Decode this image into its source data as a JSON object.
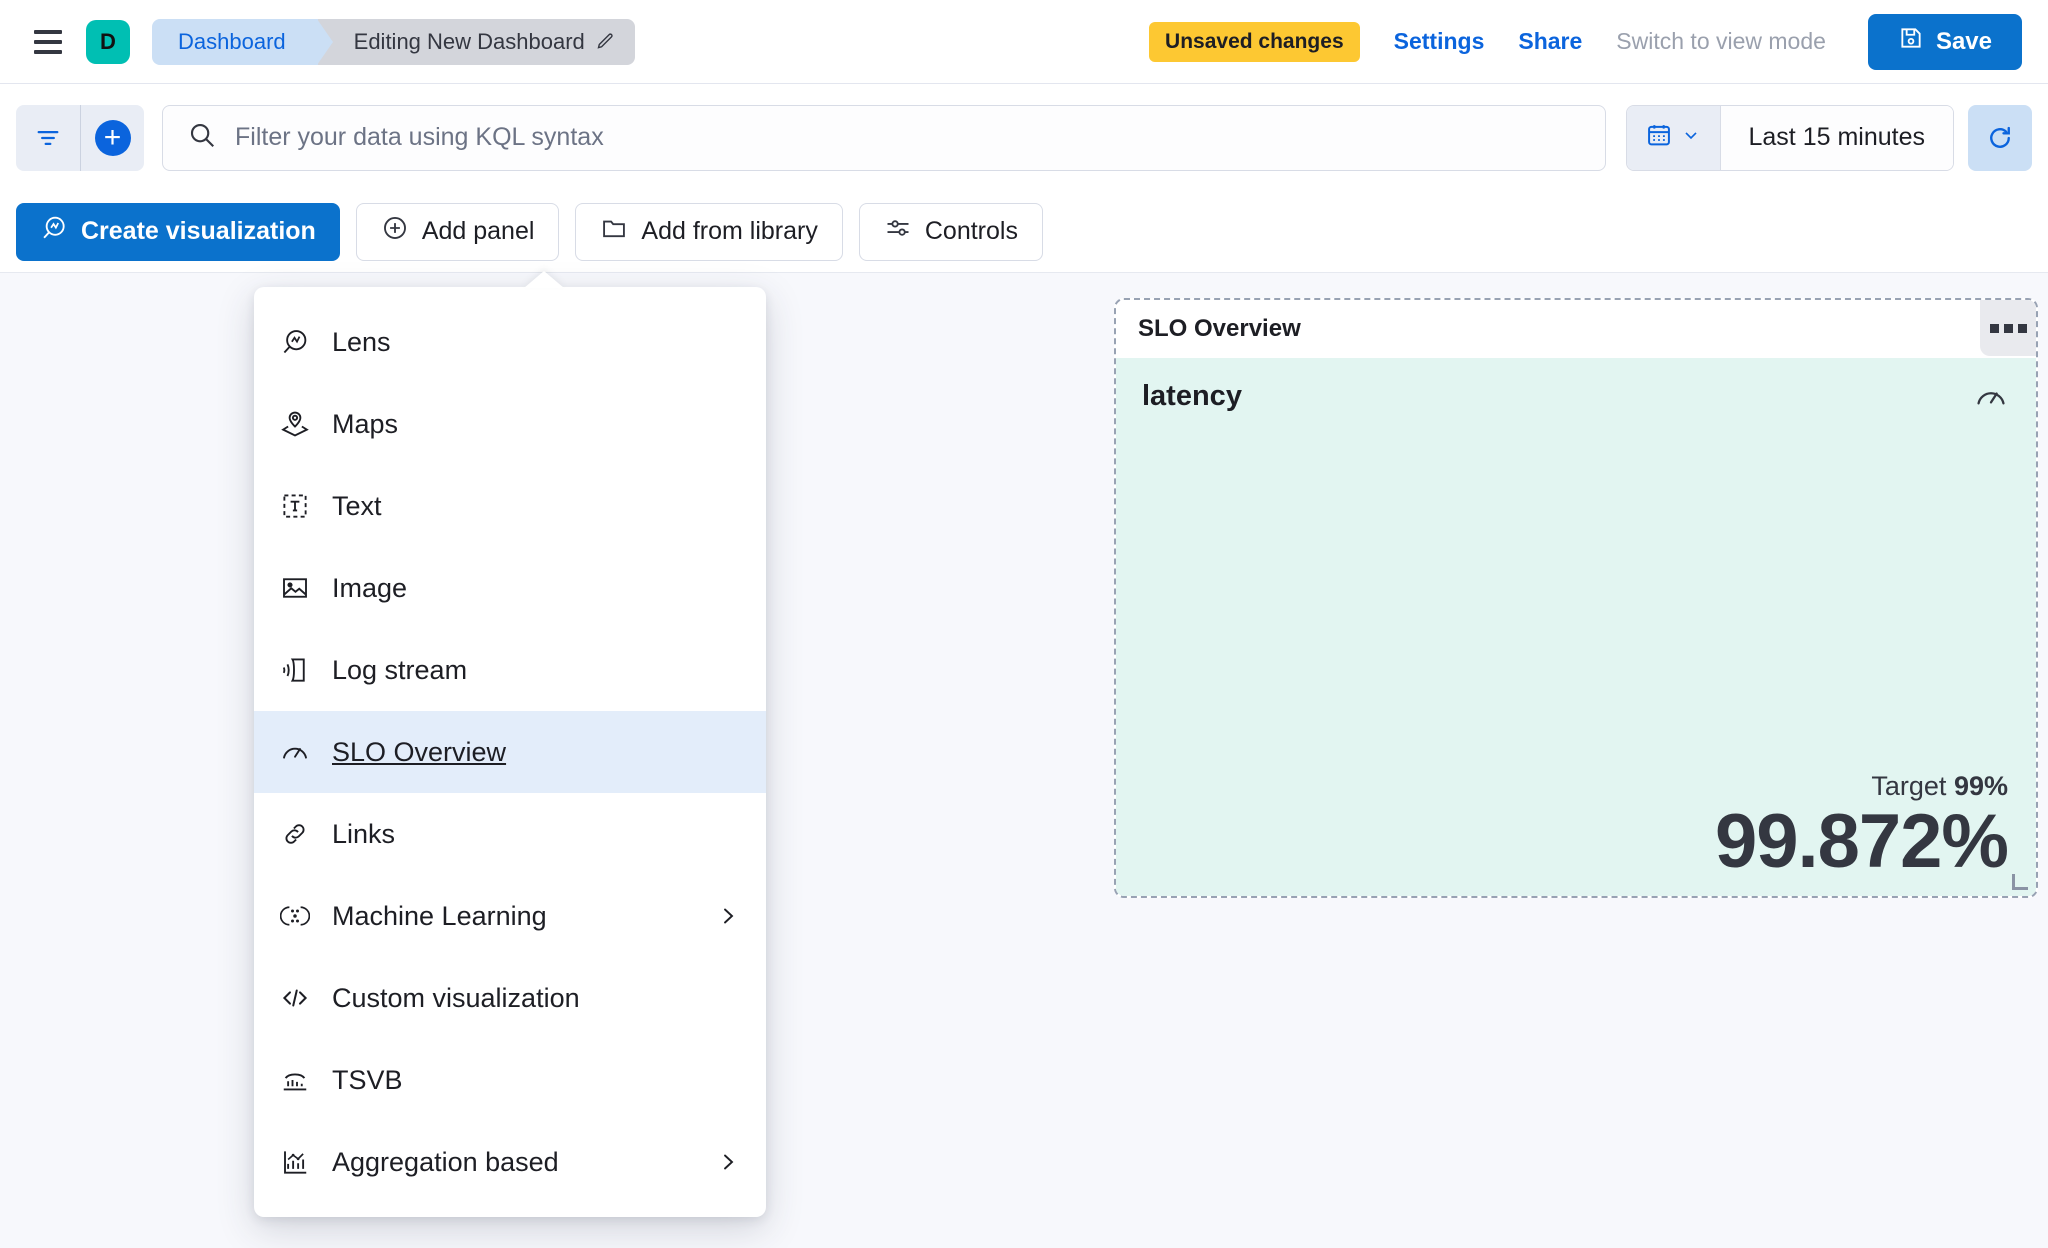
{
  "header": {
    "menu_icon": "hamburger-icon",
    "avatar_letter": "D",
    "breadcrumb_home": "Dashboard",
    "breadcrumb_current": "Editing New Dashboard",
    "edit_icon": "pencil-icon",
    "unsaved_badge": "Unsaved changes",
    "settings_link": "Settings",
    "share_link": "Share",
    "view_mode_link": "Switch to view mode",
    "save_label": "Save",
    "save_icon": "floppy-disk-icon",
    "accent_blue": "#0B72CC",
    "badge_yellow": "#FDC832",
    "avatar_teal": "#00BFB3"
  },
  "querybar": {
    "filter_icon": "filter-icon",
    "add_filter_icon": "plus-circle-icon",
    "search_icon": "search-icon",
    "placeholder": "Filter your data using KQL syntax",
    "value": "",
    "calendar_icon": "calendar-icon",
    "chevron_icon": "chevron-down-icon",
    "time_range": "Last 15 minutes",
    "refresh_icon": "refresh-icon"
  },
  "toolbar": {
    "buttons": [
      {
        "label": "Create visualization",
        "icon": "lens-icon",
        "primary": true
      },
      {
        "label": "Add panel",
        "icon": "plus-circle-outline-icon",
        "primary": false
      },
      {
        "label": "Add from library",
        "icon": "folder-icon",
        "primary": false
      },
      {
        "label": "Controls",
        "icon": "sliders-icon",
        "primary": false
      }
    ]
  },
  "add_panel_menu": {
    "open": true,
    "items": [
      {
        "label": "Lens",
        "icon": "lens-icon",
        "submenu": false,
        "selected": false
      },
      {
        "label": "Maps",
        "icon": "map-marker-layers-icon",
        "submenu": false,
        "selected": false
      },
      {
        "label": "Text",
        "icon": "text-box-icon",
        "submenu": false,
        "selected": false
      },
      {
        "label": "Image",
        "icon": "image-icon",
        "submenu": false,
        "selected": false
      },
      {
        "label": "Log stream",
        "icon": "logs-icon",
        "submenu": false,
        "selected": false
      },
      {
        "label": "SLO Overview",
        "icon": "gauge-icon",
        "submenu": false,
        "selected": true
      },
      {
        "label": "Links",
        "icon": "link-icon",
        "submenu": false,
        "selected": false
      },
      {
        "label": "Machine Learning",
        "icon": "machine-learning-icon",
        "submenu": true,
        "selected": false
      },
      {
        "label": "Custom visualization",
        "icon": "code-icon",
        "submenu": false,
        "selected": false
      },
      {
        "label": "TSVB",
        "icon": "tsvb-icon",
        "submenu": false,
        "selected": false
      },
      {
        "label": "Aggregation based",
        "icon": "bar-chart-icon",
        "submenu": true,
        "selected": false
      }
    ]
  },
  "panel": {
    "title": "SLO Overview",
    "menu_icon": "panel-context-menu-icon",
    "slo_name": "latency",
    "gauge_icon": "gauge-icon",
    "target_label": "Target",
    "target_value": "99%",
    "sli_value": "99.872%",
    "body_background": "#E2F5F1",
    "resize_handle": "resize-handle-icon"
  }
}
